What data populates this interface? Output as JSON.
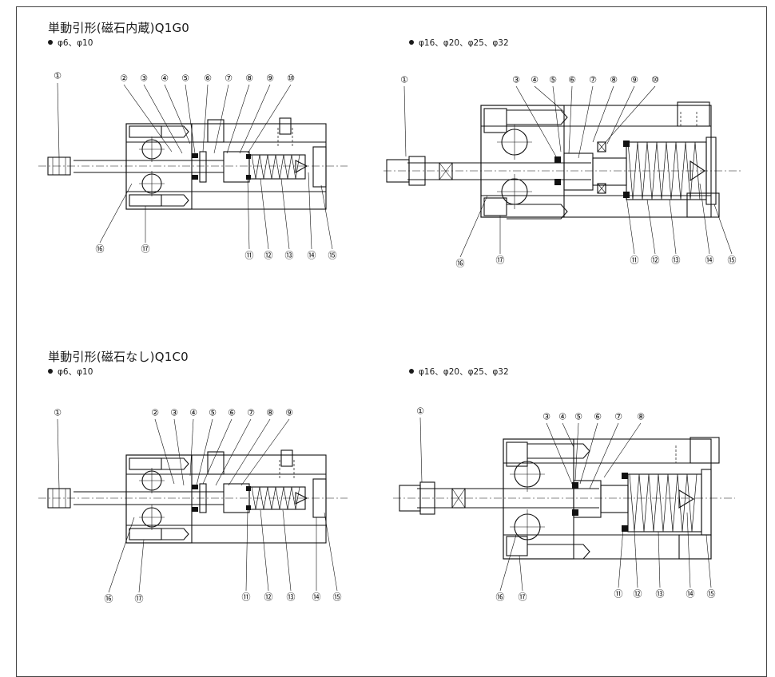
{
  "sections": [
    {
      "title": "単動引形(磁石内蔵)Q1G0",
      "left_sizes": "φ6、φ10",
      "right_sizes": "φ16、φ20、φ25、φ32",
      "left_callouts_top": [
        "①",
        "②",
        "③",
        "④",
        "⑤",
        "⑥",
        "⑦",
        "⑧",
        "⑨",
        "⑩"
      ],
      "left_callouts_bottom": [
        "⑪",
        "⑫",
        "⑬",
        "⑭",
        "⑮",
        "⑯",
        "⑰"
      ],
      "right_callouts_top": [
        "①",
        "③",
        "④",
        "⑤",
        "⑥",
        "⑦",
        "⑧",
        "⑨",
        "⑩"
      ],
      "right_callouts_bottom": [
        "⑪",
        "⑫",
        "⑬",
        "⑭",
        "⑮",
        "⑯",
        "⑰"
      ]
    },
    {
      "title": "単動引形(磁石なし)Q1C0",
      "left_sizes": "φ6、φ10",
      "right_sizes": "φ16、φ20、φ25、φ32",
      "left_callouts_top": [
        "①",
        "②",
        "③",
        "④",
        "⑤",
        "⑥",
        "⑦",
        "⑧",
        "⑨"
      ],
      "left_callouts_bottom": [
        "⑪",
        "⑫",
        "⑬",
        "⑭",
        "⑮",
        "⑯",
        "⑰"
      ],
      "right_callouts_top": [
        "①",
        "③",
        "④",
        "⑤",
        "⑥",
        "⑦",
        "⑧"
      ],
      "right_callouts_bottom": [
        "⑪",
        "⑫",
        "⑬",
        "⑭",
        "⑮",
        "⑯",
        "⑰"
      ]
    }
  ]
}
